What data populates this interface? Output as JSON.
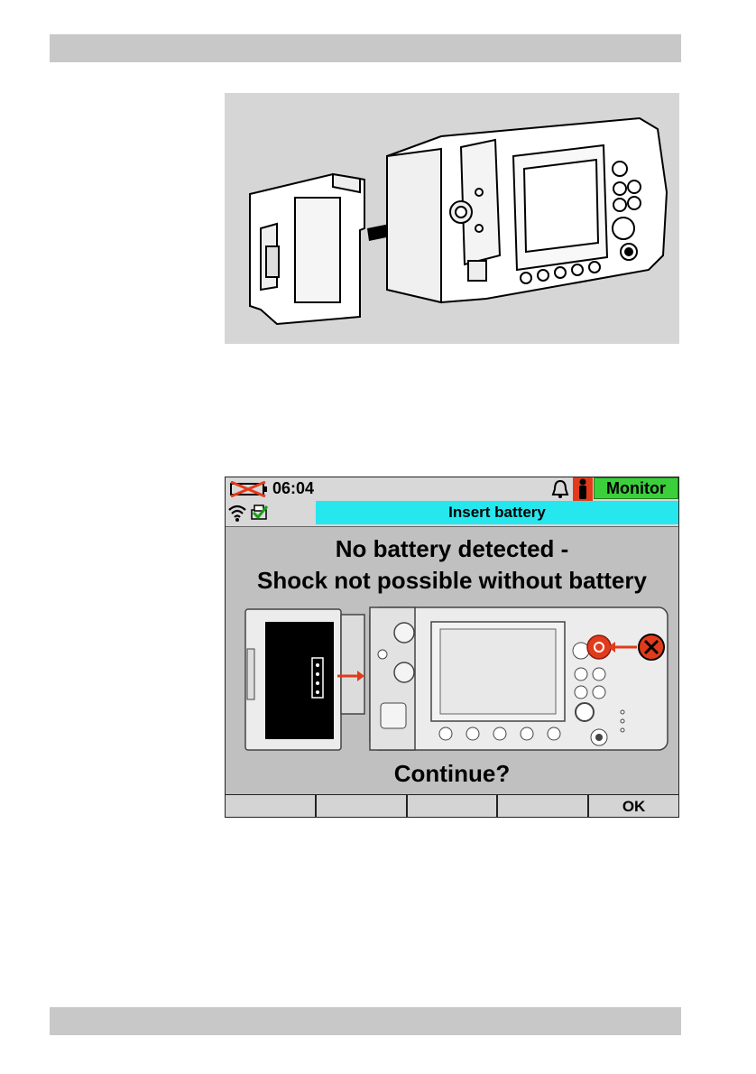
{
  "screen": {
    "time": "06:04",
    "mode": "Monitor",
    "title": "Insert battery",
    "message_line1": "No battery detected -",
    "message_line2": "Shock not possible without battery",
    "prompt": "Continue?",
    "softkeys": [
      "",
      "",
      "",
      "",
      "OK"
    ]
  },
  "colors": {
    "title_bar": "#26e6ee",
    "mode_pill": "#3ccf3c",
    "alert_red": "#e23b1b"
  },
  "icons": [
    "battery-missing-icon",
    "bell-icon",
    "patient-icon",
    "wifi-icon",
    "printer-check-icon",
    "arrow-icon",
    "close-x-icon",
    "power-icon"
  ]
}
